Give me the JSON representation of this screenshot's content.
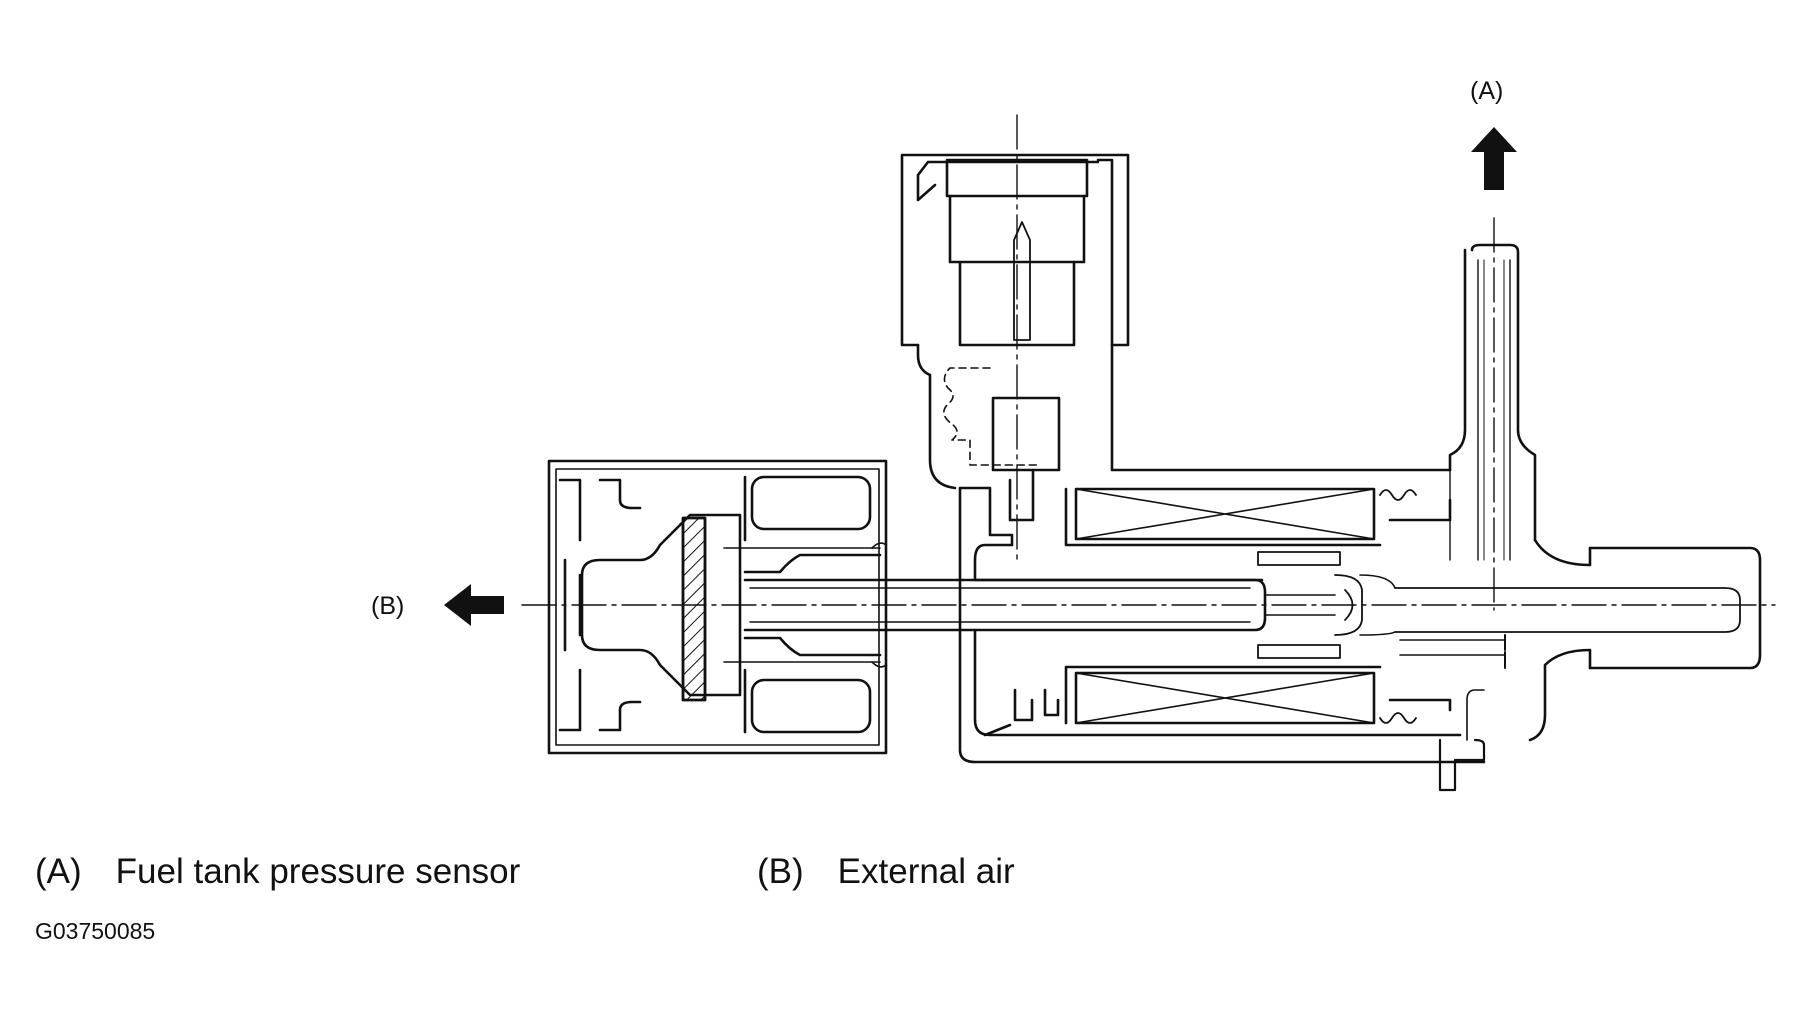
{
  "callouts": {
    "a": "(A)",
    "b": "(B)"
  },
  "legend": [
    {
      "key": "(A)",
      "text": "Fuel tank pressure sensor"
    },
    {
      "key": "(B)",
      "text": "External air"
    }
  ],
  "figure_id": "G03750085",
  "colors": {
    "line": "#111111",
    "background": "#ffffff"
  },
  "icons": [
    "arrow-up-icon",
    "arrow-left-icon"
  ]
}
